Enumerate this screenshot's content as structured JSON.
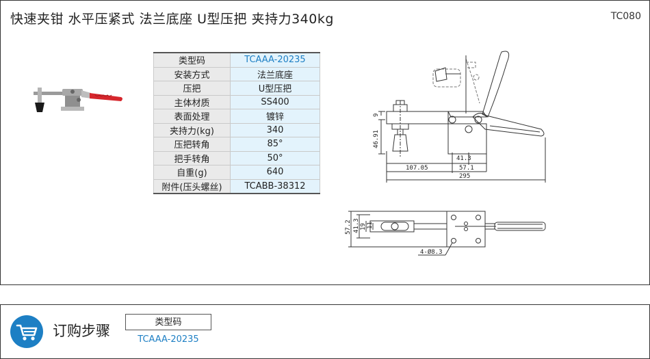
{
  "header": {
    "title": "快速夹钳  水平压紧式  法兰底座  U型压把  夹持力340kg",
    "code": "TC080"
  },
  "spec_table": [
    {
      "key": "类型码",
      "value": "TCAAA-20235"
    },
    {
      "key": "安装方式",
      "value": "法兰底座"
    },
    {
      "key": "压把",
      "value": "U型压把"
    },
    {
      "key": "主体材质",
      "value": "SS400"
    },
    {
      "key": "表面处理",
      "value": "镀锌"
    },
    {
      "key": "夹持力(kg)",
      "value": "340"
    },
    {
      "key": "压把转角",
      "value": "85°"
    },
    {
      "key": "把手转角",
      "value": "50°"
    },
    {
      "key": "自重(g)",
      "value": "640"
    },
    {
      "key": "附件(压头螺丝)",
      "value": "TCABB-38312"
    }
  ],
  "drawing": {
    "side_dims": {
      "d9": "9",
      "d4691": "46.91",
      "d413": "41.3",
      "d10705": "107.05",
      "d571": "57.1",
      "d295": "295"
    },
    "top_dims": {
      "d572": "57.2",
      "d413": "41.3",
      "d19": "19",
      "d11": "11",
      "holes": "4-Ø8.3"
    }
  },
  "order": {
    "title": "订购步骤",
    "box_label": "类型码",
    "code": "TCAAA-20235"
  },
  "colors": {
    "accent": "#1d7fc4",
    "handle": "#d6262c",
    "table_key_bg": "#eaeaea",
    "table_value_bg": "#e3f3fc"
  }
}
